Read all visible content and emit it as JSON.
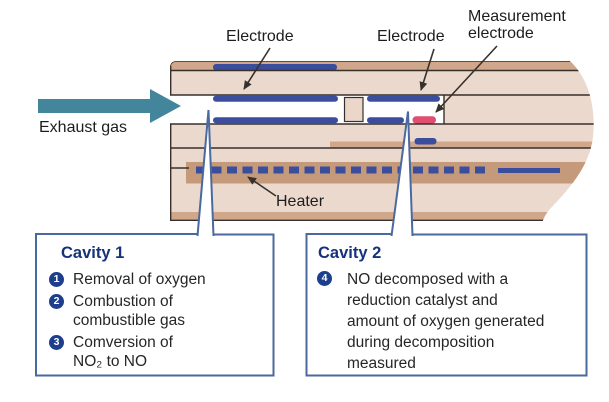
{
  "diagram": {
    "labels": {
      "electrode_top": "Electrode",
      "electrode_right": "Electrode",
      "measurement_electrode": "Measurement\nelectrode",
      "exhaust_gas": "Exhaust gas",
      "heater": "Heater"
    },
    "cavity1": {
      "title": "Cavity 1",
      "items": [
        {
          "num": "1",
          "text": "Removal of oxygen"
        },
        {
          "num": "2",
          "text": "Combustion of\ncombustible gas"
        },
        {
          "num": "3",
          "text": "Comversion of\nNO₂ to NO"
        }
      ]
    },
    "cavity2": {
      "title": "Cavity 2",
      "items": [
        {
          "num": "4",
          "text": "NO decomposed with a\nreduction catalyst and\namount of oxygen generated\nduring decomposition\nmeasured"
        }
      ]
    }
  },
  "colors": {
    "ceramic-light": "#ecd9cd",
    "ceramic-tan": "#d1a78c",
    "heater-band": "#c59a7b",
    "electrode-blue": "#3b4e9d",
    "measurement-pink": "#e14e70",
    "gas-arrow-teal": "#43869b",
    "outline-dark": "#38312b",
    "callout-blue": "#4a699e",
    "navy": "#15337d",
    "badge-navy": "#1c3e8c"
  }
}
